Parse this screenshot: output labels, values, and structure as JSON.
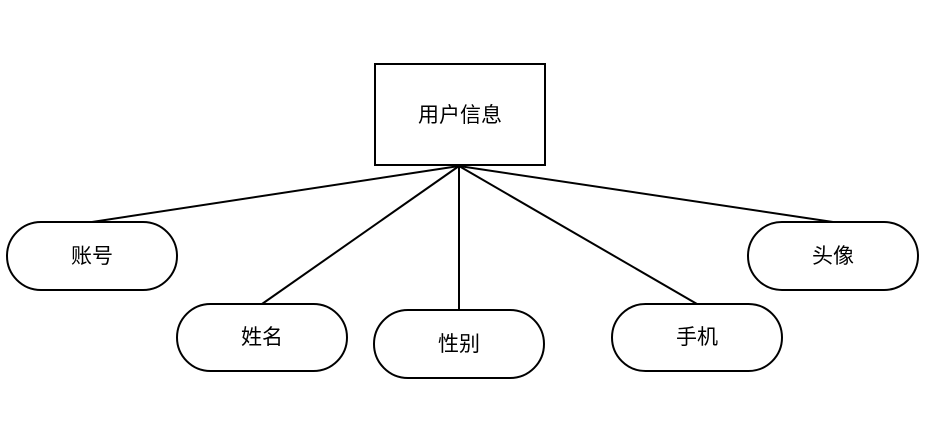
{
  "entity": {
    "label": "用户信息"
  },
  "attributes": [
    {
      "id": "account",
      "label": "账号"
    },
    {
      "id": "name",
      "label": "姓名"
    },
    {
      "id": "gender",
      "label": "性别"
    },
    {
      "id": "phone",
      "label": "手机"
    },
    {
      "id": "avatar",
      "label": "头像"
    }
  ],
  "colors": {
    "stroke": "#000000",
    "fill": "#ffffff",
    "text": "#000000"
  }
}
